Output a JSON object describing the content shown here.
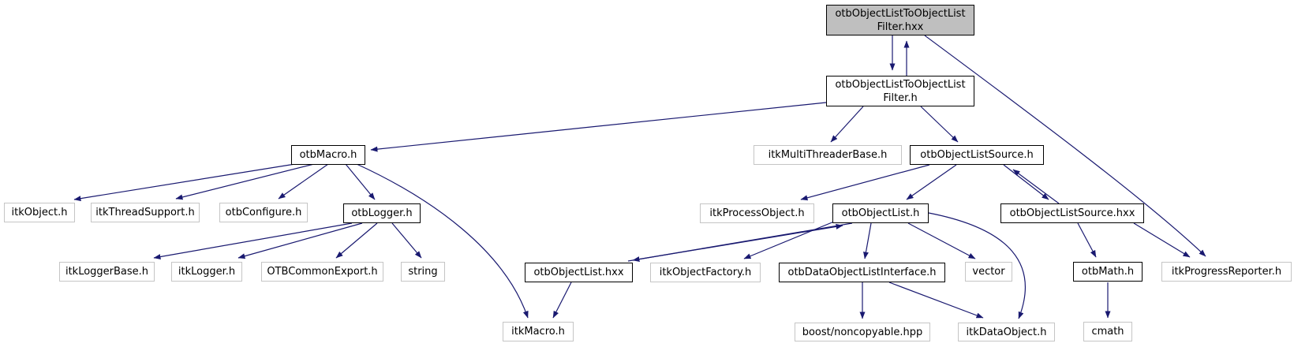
{
  "diagram": {
    "kind": "include-dependency-graph",
    "colors": {
      "edge": "#191970",
      "internal_node_border": "#000000",
      "external_node_border": "#c5c5c5",
      "selected_node_fill": "#bfbfbf",
      "node_fill": "#ffffff",
      "text": "#000000",
      "background": "#ffffff"
    },
    "nodes": {
      "filter_hxx": {
        "line1": "otbObjectListToObjectList",
        "line2": "Filter.hxx"
      },
      "filter_h": {
        "line1": "otbObjectListToObjectList",
        "line2": "Filter.h"
      },
      "otbMacro": {
        "label": "otbMacro.h"
      },
      "itkMultiThreaderBase": {
        "label": "itkMultiThreaderBase.h"
      },
      "otbObjectListSource_h": {
        "label": "otbObjectListSource.h"
      },
      "itkObject": {
        "label": "itkObject.h"
      },
      "itkThreadSupport": {
        "label": "itkThreadSupport.h"
      },
      "otbConfigure": {
        "label": "otbConfigure.h"
      },
      "otbLogger": {
        "label": "otbLogger.h"
      },
      "itkProcessObject": {
        "label": "itkProcessObject.h"
      },
      "otbObjectList_h": {
        "label": "otbObjectList.h"
      },
      "otbObjectListSource_hxx": {
        "label": "otbObjectListSource.hxx"
      },
      "itkLoggerBase": {
        "label": "itkLoggerBase.h"
      },
      "itkLogger": {
        "label": "itkLogger.h"
      },
      "OTBCommonExport": {
        "label": "OTBCommonExport.h"
      },
      "string": {
        "label": "string"
      },
      "otbObjectList_hxx": {
        "label": "otbObjectList.hxx"
      },
      "itkObjectFactory": {
        "label": "itkObjectFactory.h"
      },
      "otbDataObjectListInterface": {
        "label": "otbDataObjectListInterface.h"
      },
      "vector": {
        "label": "vector"
      },
      "otbMath": {
        "label": "otbMath.h"
      },
      "itkProgressReporter": {
        "label": "itkProgressReporter.h"
      },
      "itkMacro": {
        "label": "itkMacro.h"
      },
      "boost_noncopyable": {
        "label": "boost/noncopyable.hpp"
      },
      "itkDataObject": {
        "label": "itkDataObject.h"
      },
      "cmath": {
        "label": "cmath"
      }
    },
    "edges": [
      {
        "from": "filter_hxx",
        "to": "filter_h"
      },
      {
        "from": "filter_h",
        "to": "filter_hxx"
      },
      {
        "from": "filter_hxx",
        "to": "itkProgressReporter"
      },
      {
        "from": "filter_h",
        "to": "otbMacro"
      },
      {
        "from": "filter_h",
        "to": "itkMultiThreaderBase"
      },
      {
        "from": "filter_h",
        "to": "otbObjectListSource_h"
      },
      {
        "from": "otbMacro",
        "to": "itkObject"
      },
      {
        "from": "otbMacro",
        "to": "itkThreadSupport"
      },
      {
        "from": "otbMacro",
        "to": "otbConfigure"
      },
      {
        "from": "otbMacro",
        "to": "otbLogger"
      },
      {
        "from": "otbMacro",
        "to": "itkMacro"
      },
      {
        "from": "otbLogger",
        "to": "itkLoggerBase"
      },
      {
        "from": "otbLogger",
        "to": "itkLogger"
      },
      {
        "from": "otbLogger",
        "to": "OTBCommonExport"
      },
      {
        "from": "otbLogger",
        "to": "string"
      },
      {
        "from": "otbObjectListSource_h",
        "to": "itkProcessObject"
      },
      {
        "from": "otbObjectListSource_h",
        "to": "otbObjectList_h"
      },
      {
        "from": "otbObjectListSource_h",
        "to": "otbObjectListSource_hxx"
      },
      {
        "from": "otbObjectListSource_hxx",
        "to": "otbObjectListSource_h"
      },
      {
        "from": "otbObjectList_h",
        "to": "otbObjectList_hxx"
      },
      {
        "from": "otbObjectList_hxx",
        "to": "otbObjectList_h"
      },
      {
        "from": "otbObjectList_h",
        "to": "itkObjectFactory"
      },
      {
        "from": "otbObjectList_h",
        "to": "otbDataObjectListInterface"
      },
      {
        "from": "otbObjectList_h",
        "to": "vector"
      },
      {
        "from": "otbObjectList_h",
        "to": "itkDataObject"
      },
      {
        "from": "otbObjectList_hxx",
        "to": "itkMacro"
      },
      {
        "from": "otbDataObjectListInterface",
        "to": "boost_noncopyable"
      },
      {
        "from": "otbDataObjectListInterface",
        "to": "itkDataObject"
      },
      {
        "from": "otbObjectListSource_hxx",
        "to": "otbMath"
      },
      {
        "from": "otbObjectListSource_hxx",
        "to": "itkProgressReporter"
      },
      {
        "from": "otbMath",
        "to": "cmath"
      }
    ]
  }
}
